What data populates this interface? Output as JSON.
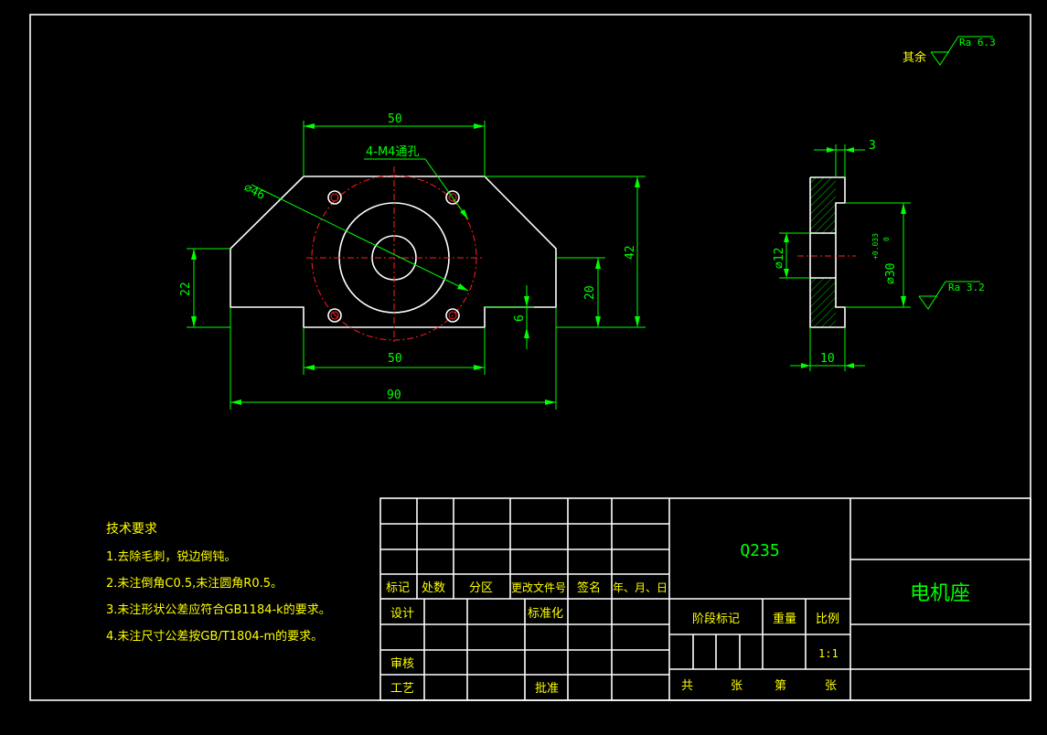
{
  "surface_finish": {
    "other_label": "其余",
    "general": "Ra 6.3",
    "side": "Ra 3.2"
  },
  "front_view": {
    "dim_top_width": "50",
    "dim_bottom_width": "50",
    "dim_total_width": "90",
    "dim_left_height": "22",
    "dim_right_inner": "20",
    "dim_total_height": "42",
    "dim_slot_depth": "6",
    "dim_pcd": "⌀46",
    "hole_note": "4-M4通孔"
  },
  "side_view": {
    "dim_thickness": "10",
    "dim_step": "3",
    "dim_hole": "⌀12",
    "dim_bore": "⌀30",
    "dim_bore_tol_upper": "+0.033",
    "dim_bore_tol_lower": "0"
  },
  "tech_requirements": {
    "title": "技术要求",
    "items": [
      "1.去除毛刺，锐边倒钝。",
      "2.未注倒角C0.5,未注圆角R0.5。",
      "3.未注形状公差应符合GB1184-k的要求。",
      "4.未注尺寸公差按GB/T1804-m的要求。"
    ]
  },
  "title_block": {
    "rev_headers": [
      "标记",
      "处数",
      "分区",
      "更改文件号",
      "签名",
      "年、月、日"
    ],
    "design": "设计",
    "standardize": "标准化",
    "check": "审核",
    "process": "工艺",
    "approve": "批准",
    "material": "Q235",
    "part_name": "电机座",
    "stage_mark": "阶段标记",
    "weight": "重量",
    "scale_label": "比例",
    "scale_value": "1:1",
    "total_label": "共",
    "sheet_label": "张",
    "page_label": "第",
    "sheet_label_2": "张"
  },
  "colors": {
    "background": "#000000",
    "outline": "#ffffff",
    "dimension": "#00ff00",
    "center": "#ff2020",
    "note": "#ffff00"
  }
}
